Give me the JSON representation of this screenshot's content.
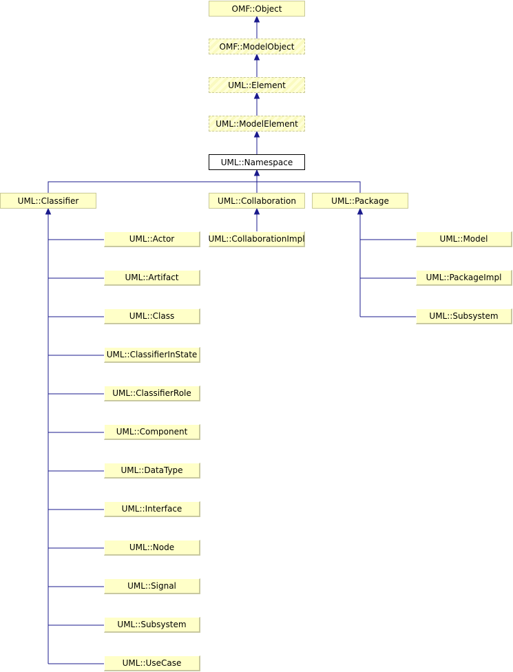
{
  "colors": {
    "edge": "#1a1a8c",
    "node_fill": "#ffffc8",
    "node_border": "#c8c896",
    "current_fill": "#ffffff",
    "current_border": "#000000"
  },
  "nodes": {
    "omf_object": "OMF::Object",
    "omf_modelobject": "OMF::ModelObject",
    "uml_element": "UML::Element",
    "uml_modelelement": "UML::ModelElement",
    "uml_namespace": "UML::Namespace",
    "uml_classifier": "UML::Classifier",
    "uml_collaboration": "UML::Collaboration",
    "uml_package": "UML::Package",
    "uml_collaborationimpl": "UML::CollaborationImpl",
    "uml_model": "UML::Model",
    "uml_packageimpl": "UML::PackageImpl",
    "uml_subsystem_pkg": "UML::Subsystem",
    "uml_actor": "UML::Actor",
    "uml_artifact": "UML::Artifact",
    "uml_class": "UML::Class",
    "uml_classifierinstate": "UML::ClassifierInState",
    "uml_classifierrole": "UML::ClassifierRole",
    "uml_component": "UML::Component",
    "uml_datatype": "UML::DataType",
    "uml_interface": "UML::Interface",
    "uml_node": "UML::Node",
    "uml_signal": "UML::Signal",
    "uml_subsystem_cls": "UML::Subsystem",
    "uml_usecase": "UML::UseCase"
  }
}
